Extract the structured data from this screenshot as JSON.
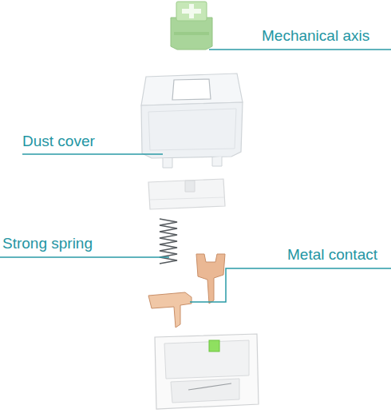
{
  "diagram": {
    "labels": [
      "Mechanical axis",
      "Dust cover",
      "Strong spring",
      "Metal contact"
    ]
  }
}
